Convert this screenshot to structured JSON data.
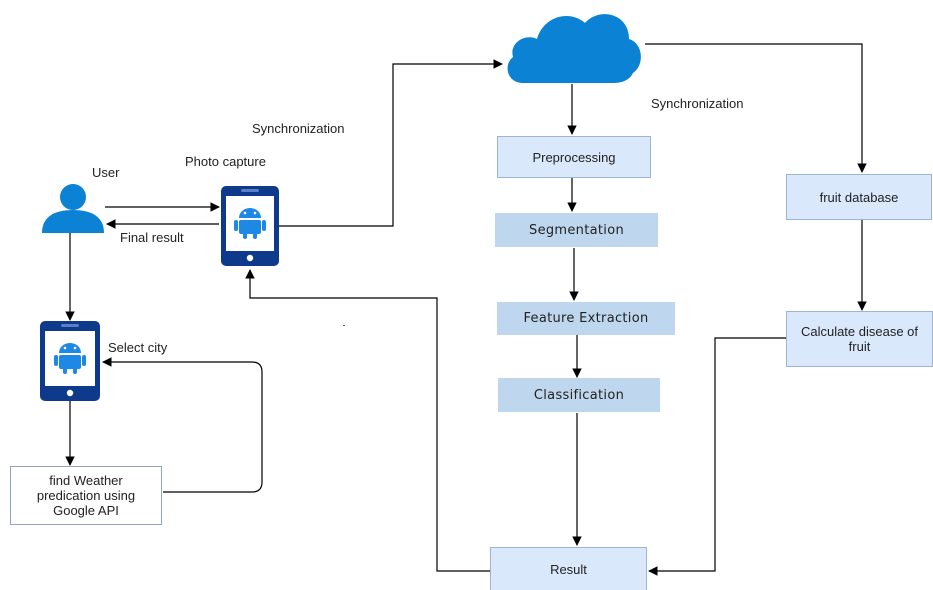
{
  "labels": {
    "user": "User",
    "photo_capture": "Photo capture",
    "synchronization_left": "Synchronization",
    "synchronization_right": "Synchronization",
    "final_result": "Final result",
    "select_city": "Select city"
  },
  "boxes": {
    "preprocessing": "Preprocessing",
    "segmentation": "Segmentation",
    "feature_extraction": "Feature Extraction",
    "classification": "Classification",
    "result": "Result",
    "fruit_database": "fruit database",
    "calculate_disease": "Calculate disease of fruit",
    "weather": "find Weather predication using Google  API"
  },
  "icons": {
    "user": "user-icon",
    "phone": "android-phone-icon",
    "cloud": "cloud-icon"
  },
  "colors": {
    "accent": "#0b82d4",
    "phone": "#0d3a8a",
    "box_fill": "#dae8fc",
    "box_dark": "#bfd7ee",
    "android": "#1e88e5"
  }
}
